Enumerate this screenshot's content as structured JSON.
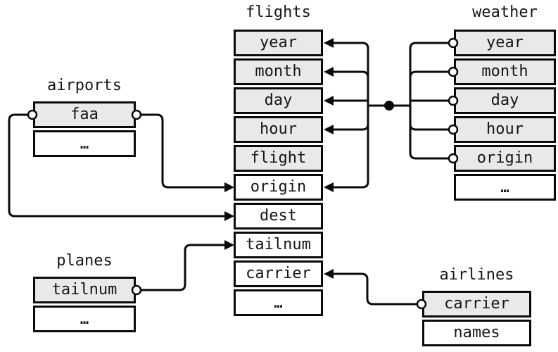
{
  "colors": {
    "line": "#0a0a0a",
    "text": "#161616",
    "key_row_fill": "#e9e9e9",
    "row_fill": "#ffffff",
    "background": "#ffffff"
  },
  "tables": {
    "flights": {
      "title": "flights",
      "rows": [
        {
          "label": "year",
          "key": true
        },
        {
          "label": "month",
          "key": true
        },
        {
          "label": "day",
          "key": true
        },
        {
          "label": "hour",
          "key": true
        },
        {
          "label": "flight",
          "key": true
        },
        {
          "label": "origin",
          "key": false
        },
        {
          "label": "dest",
          "key": false
        },
        {
          "label": "tailnum",
          "key": false
        },
        {
          "label": "carrier",
          "key": false
        },
        {
          "label": "…",
          "key": false
        }
      ]
    },
    "weather": {
      "title": "weather",
      "rows": [
        {
          "label": "year",
          "key": true
        },
        {
          "label": "month",
          "key": true
        },
        {
          "label": "day",
          "key": true
        },
        {
          "label": "hour",
          "key": true
        },
        {
          "label": "origin",
          "key": true
        },
        {
          "label": "…",
          "key": false
        }
      ]
    },
    "airports": {
      "title": "airports",
      "rows": [
        {
          "label": "faa",
          "key": true
        },
        {
          "label": "…",
          "key": false
        }
      ]
    },
    "planes": {
      "title": "planes",
      "rows": [
        {
          "label": "tailnum",
          "key": true
        },
        {
          "label": "…",
          "key": false
        }
      ]
    },
    "airlines": {
      "title": "airlines",
      "rows": [
        {
          "label": "carrier",
          "key": true
        },
        {
          "label": "names",
          "key": false
        }
      ]
    }
  },
  "relations": [
    {
      "from": "weather.year",
      "to": "flights.year"
    },
    {
      "from": "weather.month",
      "to": "flights.month"
    },
    {
      "from": "weather.day",
      "to": "flights.day"
    },
    {
      "from": "weather.hour",
      "to": "flights.hour"
    },
    {
      "from": "weather.origin",
      "to": "flights.origin"
    },
    {
      "from": "airports.faa",
      "to": "flights.origin"
    },
    {
      "from": "airports.faa",
      "to": "flights.dest"
    },
    {
      "from": "planes.tailnum",
      "to": "flights.tailnum"
    },
    {
      "from": "airlines.carrier",
      "to": "flights.carrier"
    }
  ]
}
